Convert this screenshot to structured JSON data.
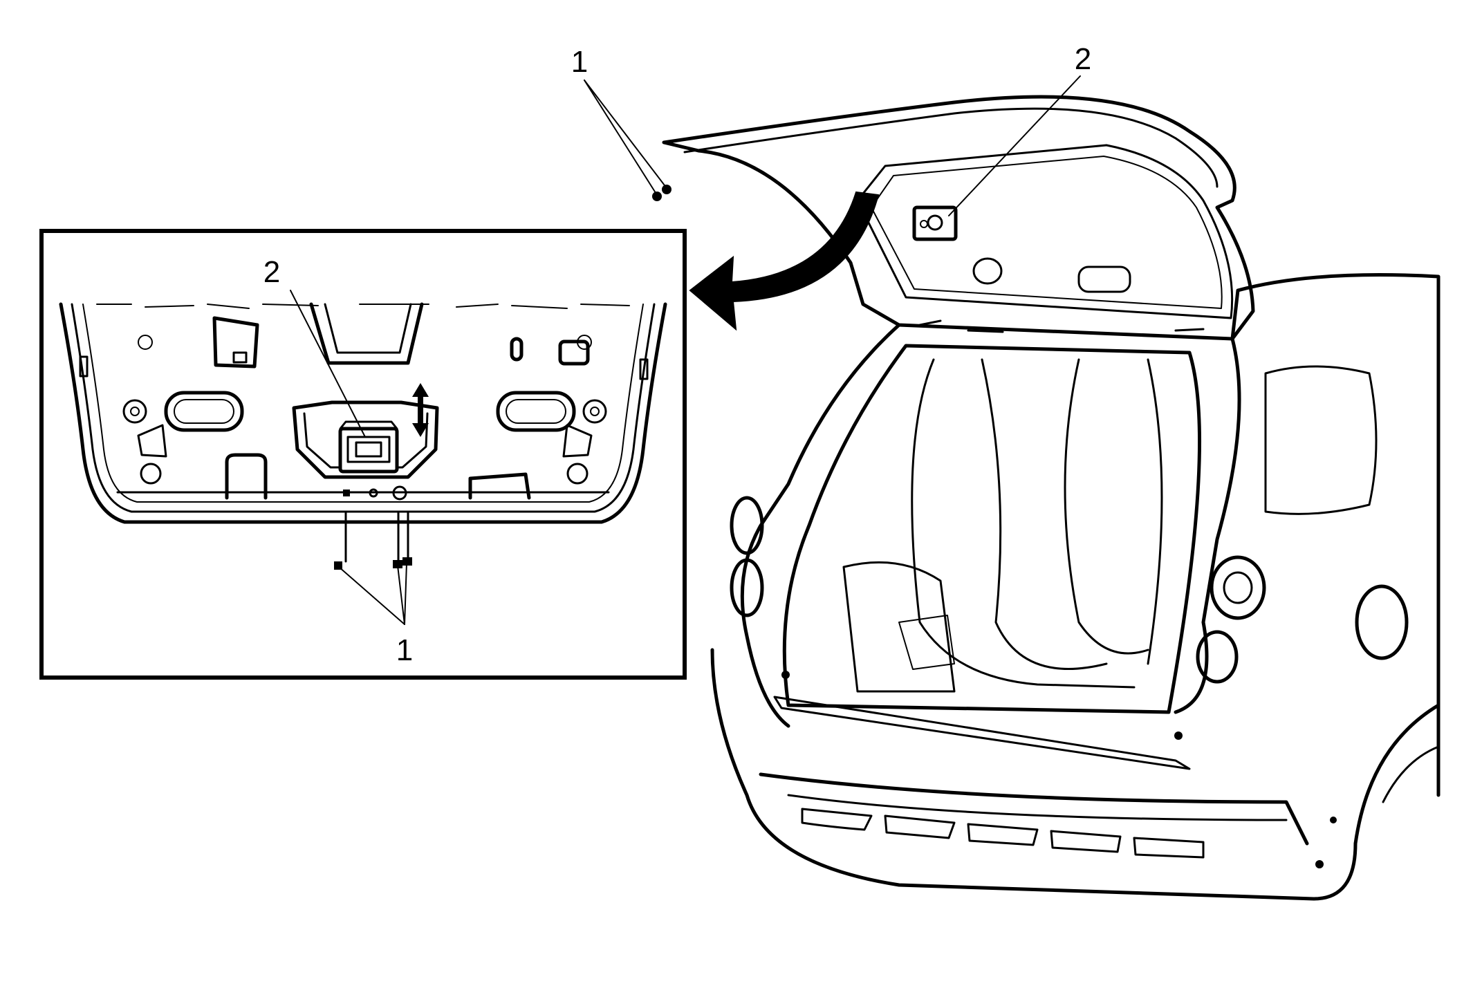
{
  "labels": {
    "main_fastener": "1",
    "main_component": "2",
    "detail_component": "2",
    "detail_fastener": "1"
  },
  "colors": {
    "line": "#000000",
    "background": "#ffffff"
  }
}
